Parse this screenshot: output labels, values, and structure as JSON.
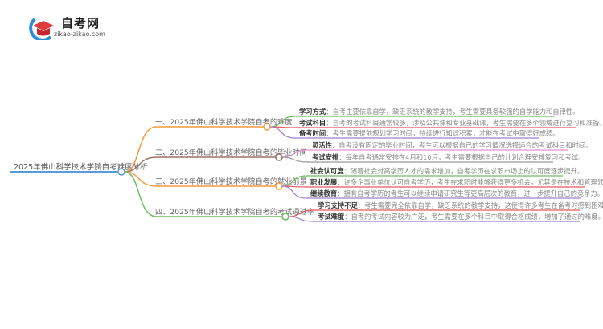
{
  "logo": {
    "title": "自考网",
    "url": "zikao-zikao.com"
  },
  "root": {
    "label": "2025年佛山科学技术学院自考难度分析",
    "color": "#5b9bd5"
  },
  "branches": [
    {
      "label": "一、2025年佛山科学技术学院自考的难度",
      "color": "#f79a3e",
      "leaves": [
        {
          "key": "学习方式",
          "text": "：自考主要依靠自学，缺乏系统的教学支持，考生需要具备较强的自学能力和自律性。",
          "color": "#6cbd5d"
        },
        {
          "key": "考试科目",
          "text": "：自考的考试科目通常较多，涉及公共课和专业基础课，考生需要在多个领域进行复习和准备。",
          "color": "#e8575a"
        },
        {
          "key": "备考时间",
          "text": "：考生需要提前规划学习时间，持续进行知识积累，才能在考试中取得好成绩。",
          "color": "#a47cd1"
        }
      ]
    },
    {
      "label": "二、2025年佛山科学技术学院自考的毕业时间",
      "color": "#9b7468",
      "leaves": [
        {
          "key": "灵活性",
          "text": "：自考没有固定的毕业时间，考生可以根据自己的学习情况选择适合的考试科目和时间。",
          "color": "#ee8fd0"
        },
        {
          "key": "考试安排",
          "text": "：每年自考通常安排在4月和10月，考生需要根据自己的计划合理安排复习和考试。",
          "color": "#999999"
        }
      ]
    },
    {
      "label": "三、2025年佛山科学技术学院自考的就业前景",
      "color": "#f79a3e",
      "leaves": [
        {
          "key": "社会认可度",
          "text": "：随着社会对高学历人才的需求增加，自考学历在求职市场上的认可度逐步提升。",
          "color": "#6cbd5d"
        },
        {
          "key": "职业发展",
          "text": "：许多企事业单位认可自考学历，考生在求职时能够获得更多机会，尤其是在技术和管理领域。",
          "color": "#e8575a"
        },
        {
          "key": "继续教育",
          "text": "：拥有自考学历的考生可以继续申请研究生等更高层次的教育，进一步提升自己的竞争力。",
          "color": "#a47cd1"
        }
      ]
    },
    {
      "label": "四、2025年佛山科学技术学院自考的考试通过率",
      "color": "#6cbd5d",
      "leaves": [
        {
          "key": "学习支持不足",
          "text": "：考生需要完全依靠自学，缺乏系统的教学支持，这使得许多考生在备考时感到困难。",
          "color": "#e8575a"
        },
        {
          "key": "考试难度",
          "text": "：自考的考试内容较为广泛，考生需要在多个科目中取得合格成绩，增加了通过的难度。",
          "color": "#a47cd1"
        }
      ]
    }
  ]
}
